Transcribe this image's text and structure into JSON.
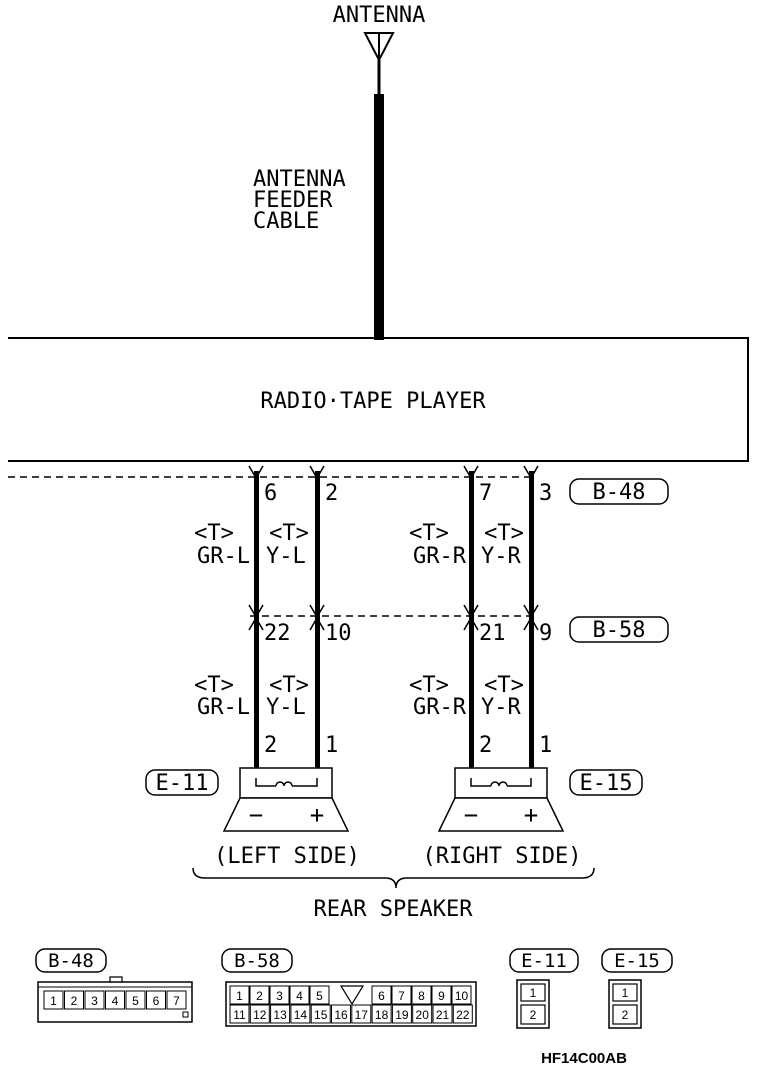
{
  "antenna": {
    "label": "ANTENNA",
    "cable_line1": "ANTENNA",
    "cable_line2": "FEEDER",
    "cable_line3": "CABLE"
  },
  "radio": {
    "label": "RADIO·TAPE PLAYER"
  },
  "connectors": {
    "b48": "B-48",
    "b58": "B-58",
    "e11": "E-11",
    "e15": "E-15"
  },
  "wires": {
    "left_neg": {
      "b48_pin": "6",
      "b58_pin": "22",
      "spk_pin": "2",
      "tag": "<T>",
      "color": "GR-L"
    },
    "left_pos": {
      "b48_pin": "2",
      "b58_pin": "10",
      "spk_pin": "1",
      "tag": "<T>",
      "color": "Y-L"
    },
    "right_neg": {
      "b48_pin": "7",
      "b58_pin": "21",
      "spk_pin": "2",
      "tag": "<T>",
      "color": "GR-R"
    },
    "right_pos": {
      "b48_pin": "3",
      "b58_pin": "9",
      "spk_pin": "1",
      "tag": "<T>",
      "color": "Y-R"
    }
  },
  "speakers": {
    "minus": "−",
    "plus": "+",
    "left_label": "(LEFT SIDE)",
    "right_label": "(RIGHT SIDE)",
    "group_label": "REAR SPEAKER"
  },
  "connector_faces": {
    "b48_cells": [
      "1",
      "2",
      "3",
      "4",
      "5",
      "6",
      "7"
    ],
    "b58_top": [
      "1",
      "2",
      "3",
      "4",
      "5",
      "",
      "6",
      "7",
      "8",
      "9",
      "10"
    ],
    "b58_bottom": [
      "11",
      "12",
      "13",
      "14",
      "15",
      "16",
      "17",
      "18",
      "19",
      "20",
      "21",
      "22"
    ],
    "e11_cells": [
      "1",
      "2"
    ],
    "e15_cells": [
      "1",
      "2"
    ]
  },
  "figure_code": "HF14C00AB"
}
